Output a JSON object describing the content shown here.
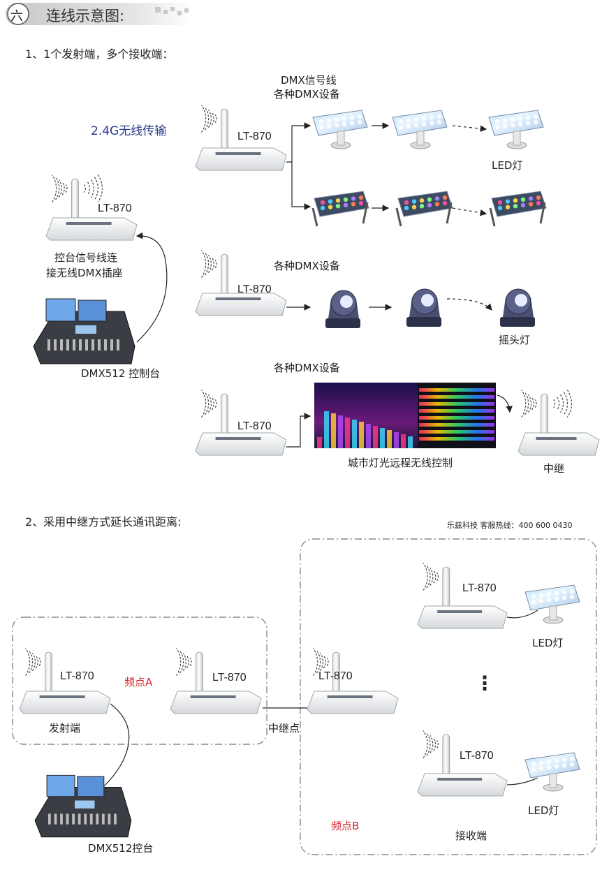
{
  "header": {
    "number": "六",
    "title": "连线示意图:"
  },
  "section1": {
    "heading": "1、1个发射端，多个接收端：",
    "wireless_label": "2.4G无线传输",
    "signal_line_label_1": "DMX信号线",
    "signal_line_label_2": "各种DMX设备",
    "model": "LT-870",
    "led_label": "LED灯",
    "controller_caption_1": "控台信号线连",
    "controller_caption_2": "接无线DMX插座",
    "controller_label": "DMX512 控制台",
    "row2_label": "各种DMX设备",
    "moving_head_label": "摇头灯",
    "row3_label": "各种DMX设备",
    "city_label": "城市灯光远程无线控制",
    "relay_label": "中继"
  },
  "section2": {
    "heading": "2、采用中继方式延长通讯距离:",
    "hotline": "乐兹科技 客服热线：400 600 0430",
    "model": "LT-870",
    "freq_a": "频点A",
    "freq_b": "频点B",
    "transmitter": "发射端",
    "relay_point": "中继点",
    "receiver": "接收端",
    "led_label": "LED灯",
    "ellipsis": "⋮",
    "controller_label": "DMX512控台"
  },
  "colors": {
    "accent_red": "#d9242a",
    "accent_blue": "#2a3a8e",
    "header_bg": "#d8d8d8"
  }
}
